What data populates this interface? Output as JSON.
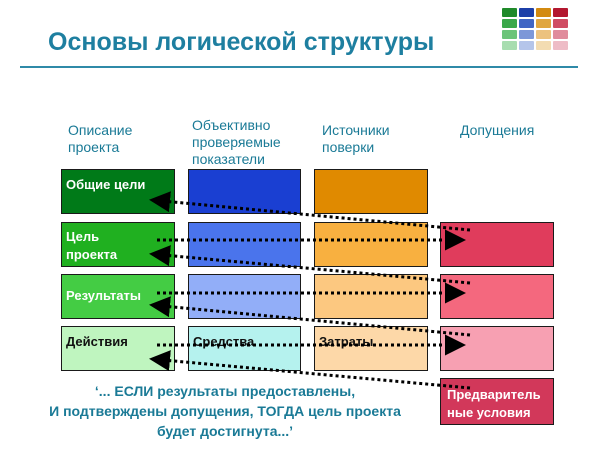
{
  "title": "Основы логической структуры",
  "columns": {
    "description": [
      "Описание",
      "проекта"
    ],
    "indicators": [
      "Объективно",
      "проверяемые",
      "показатели"
    ],
    "sources": [
      "Источники",
      "поверки"
    ],
    "assumptions": [
      "Допущения"
    ]
  },
  "rows": {
    "goals": "Общие цели",
    "purpose": [
      "Цель",
      "проекта"
    ],
    "results": "Результаты",
    "actions": "Действия"
  },
  "cells": {
    "means": "Средства",
    "costs": "Затраты",
    "preconditions": [
      "Предваритель",
      "ные условия"
    ]
  },
  "quote": [
    "‘... ЕСЛИ результаты предоставлены,",
    "И подтверждены допущения, ТОГДА цель проекта",
    "будет достигнута...’"
  ],
  "colors": {
    "title": "#1e7fa0",
    "header_text": "#1a7a96",
    "description_col": [
      "#007a18",
      "#20b020",
      "#44cc44",
      "#bff5bf"
    ],
    "indicators_col": [
      "#1a3fd2",
      "#4a74ec",
      "#92aef8",
      "#b5f2ee"
    ],
    "sources_col": [
      "#e08a00",
      "#f8b040",
      "#fcc880",
      "#fdd8a8"
    ],
    "assumptions_col": [
      "#e03c5c",
      "#f4687e",
      "#f7a0b2",
      "#d2385a"
    ]
  }
}
